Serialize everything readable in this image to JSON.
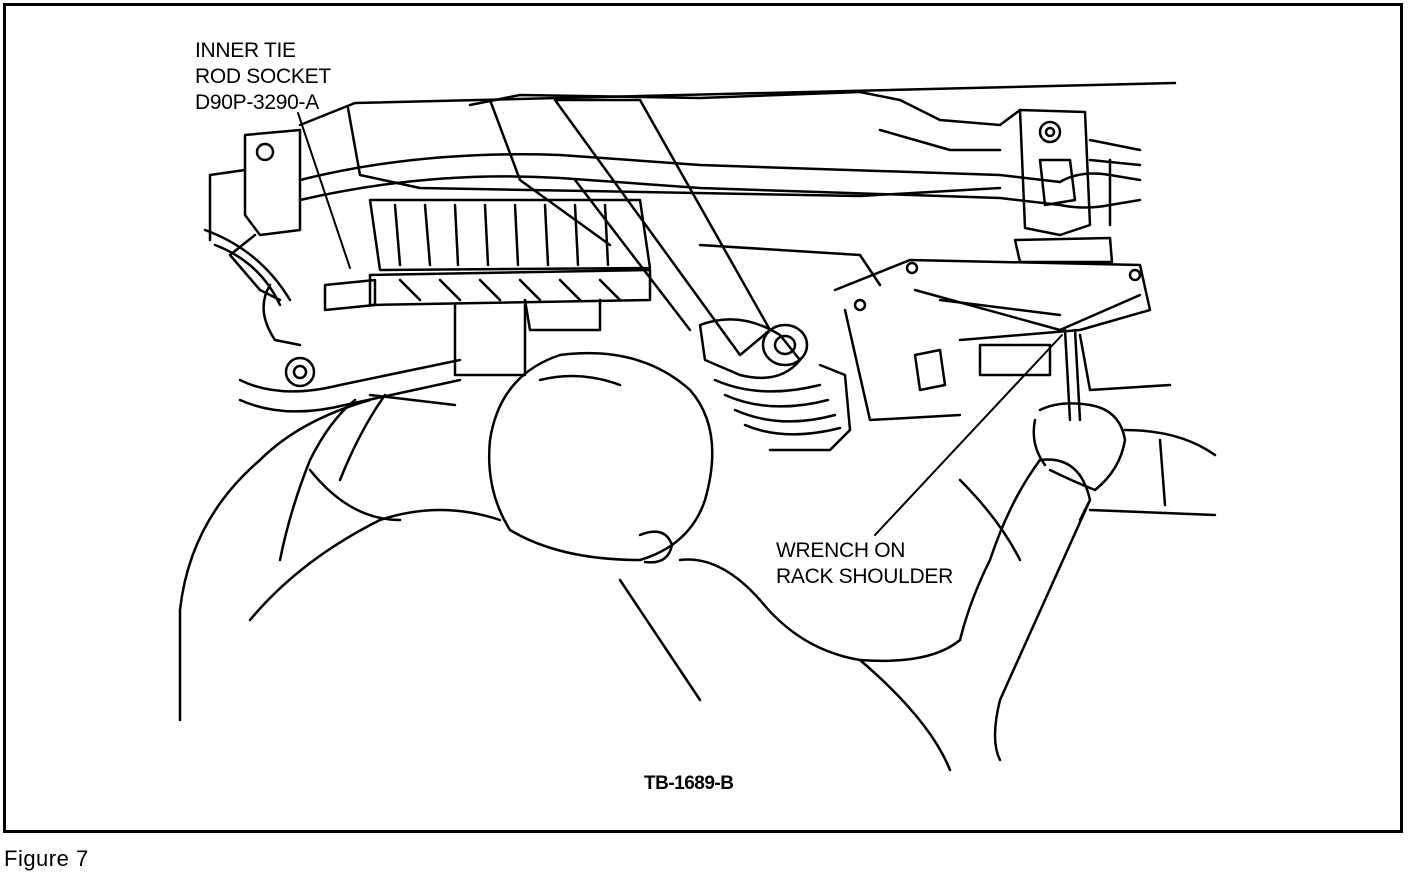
{
  "figure": {
    "caption": "Figure 7",
    "reference": "TB-1689-B",
    "callouts": {
      "tie_rod_socket": [
        "INNER TIE",
        "ROD SOCKET",
        "D90P-3290-A"
      ],
      "wrench": [
        "WRENCH ON",
        "RACK SHOULDER"
      ]
    }
  }
}
